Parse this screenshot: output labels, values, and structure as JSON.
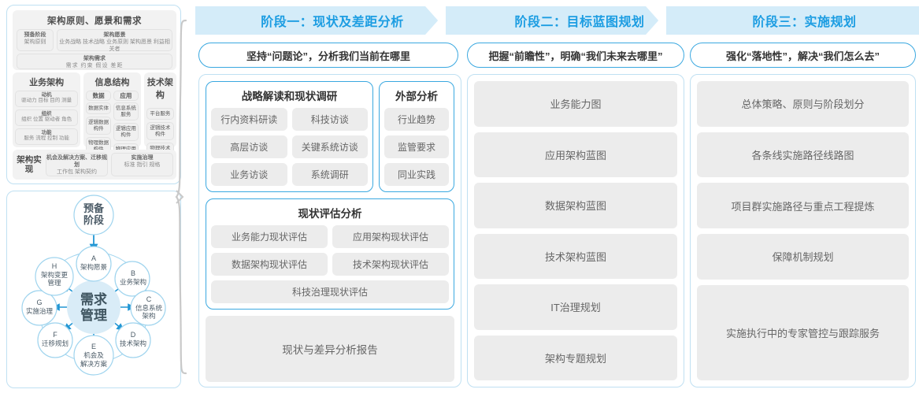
{
  "left_panel": {
    "togaf": {
      "row1": {
        "title": "架构原则、愿景和需求",
        "prep": {
          "title": "预备阶段",
          "sub": "架构原则"
        },
        "vision": {
          "title": "架构愿景",
          "sub": "业务战略 技术战略 业务原则 架构愿景 利益相关者"
        },
        "requirement": {
          "title": "架构需求",
          "sub": "需求  约束  假设  差距"
        }
      },
      "pillars": [
        {
          "head": "业务架构",
          "cells": [
            {
              "title": "动机",
              "sub": "驱动力 目标 目的 测量"
            },
            {
              "title": "组织",
              "sub": "组织 位置 驱动者 角色"
            },
            {
              "title": "功能",
              "sub": "服务 流程 控制 功能"
            }
          ]
        },
        {
          "head": "信息结构",
          "columns": [
            {
              "head": "数据",
              "items": [
                "数据实体",
                "逻辑数据构件",
                "物理数据构件"
              ]
            },
            {
              "head": "应用",
              "items": [
                "信息系统服务",
                "逻辑应用构件",
                "物理应用构件"
              ]
            }
          ]
        },
        {
          "head": "技术架构",
          "items": [
            "平台服务",
            "逻辑技术构件",
            "物理技术构件"
          ]
        }
      ],
      "row3": {
        "label": "架构实现",
        "box1": {
          "title": "机会及解决方案、迁移规划",
          "sub": "工作包  架构契约"
        },
        "box2": {
          "title": "实施治理",
          "sub": "标准  指引  规格"
        }
      }
    },
    "adm": {
      "prep": "预备阶段",
      "center": [
        "需求",
        "管理"
      ],
      "nodes": [
        {
          "key": "A",
          "label": "架构愿景"
        },
        {
          "key": "B",
          "label": "业务架构"
        },
        {
          "key": "C",
          "label": "信息系统架构"
        },
        {
          "key": "D",
          "label": "技术架构"
        },
        {
          "key": "E",
          "label": "机会及解决方案"
        },
        {
          "key": "F",
          "label": "迁移规划"
        },
        {
          "key": "G",
          "label": "实施治理"
        },
        {
          "key": "H",
          "label": "架构变更管理"
        }
      ]
    }
  },
  "stages": [
    {
      "banner": "阶段一：现状及差距分析",
      "subtitle": "坚持“问题论”，分析我们当前在哪里"
    },
    {
      "banner": "阶段二：目标蓝图规划",
      "subtitle": "把握“前瞻性”，明确“我们未来去哪里”"
    },
    {
      "banner": "阶段三：实施规划",
      "subtitle": "强化“落地性”，解决“我们怎么去”"
    }
  ],
  "stage1": {
    "strategy_card": {
      "title": "战略解读和现状调研",
      "rows": [
        [
          "行内资料研读",
          "科技访谈"
        ],
        [
          "高层访谈",
          "关键系统访谈"
        ],
        [
          "业务访谈",
          "系统调研"
        ]
      ]
    },
    "external_card": {
      "title": "外部分析",
      "items": [
        "行业趋势",
        "监管要求",
        "同业实践"
      ]
    },
    "assessment_card": {
      "title": "现状评估分析",
      "rows": [
        [
          "业务能力现状评估",
          "应用架构现状评估"
        ],
        [
          "数据架构现状评估",
          "技术架构现状评估"
        ]
      ],
      "full": "科技治理现状评估"
    },
    "report": "现状与差异分析报告"
  },
  "stage2": {
    "items": [
      "业务能力图",
      "应用架构蓝图",
      "数据架构蓝图",
      "技术架构蓝图",
      "IT治理规划",
      "架构专题规划"
    ]
  },
  "stage3": {
    "items": [
      "总体策略、原则与阶段划分",
      "各条线实施路径线路图",
      "项目群实施路径与重点工程提炼",
      "保障机制规划",
      "实施执行中的专家管控与跟踪服务"
    ]
  },
  "colors": {
    "accent": "#1c9de2",
    "banner_bg": "#d4ecf9",
    "card_border": "#3aa8e0",
    "panel_border": "#bfe0f2",
    "pill_bg": "#ececec"
  }
}
